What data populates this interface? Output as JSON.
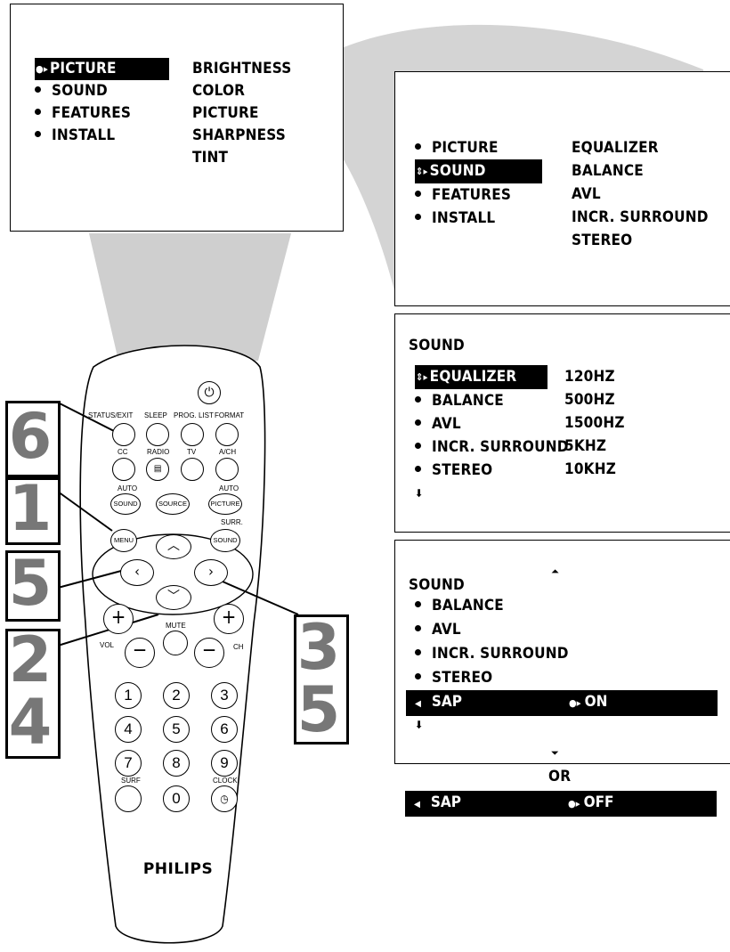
{
  "menu1": {
    "left": [
      "PICTURE",
      "SOUND",
      "FEATURES",
      "INSTALL"
    ],
    "right": [
      "BRIGHTNESS",
      "COLOR",
      "PICTURE",
      "SHARPNESS",
      "TINT"
    ]
  },
  "menu2": {
    "left": [
      "PICTURE",
      "SOUND",
      "FEATURES",
      "INSTALL"
    ],
    "right": [
      "EQUALIZER",
      "BALANCE",
      "AVL",
      "INCR. SURROUND",
      "STEREO"
    ]
  },
  "menu3": {
    "title": "SOUND",
    "left": [
      "EQUALIZER",
      "BALANCE",
      "AVL",
      "INCR. SURROUND",
      "STEREO"
    ],
    "right": [
      "120HZ",
      "500HZ",
      "1500HZ",
      "5KHZ",
      "10KHZ"
    ]
  },
  "menu4": {
    "title": "SOUND",
    "items": [
      "BALANCE",
      "AVL",
      "INCR. SURROUND",
      "STEREO"
    ],
    "sap_label": "SAP",
    "sap_value": "ON"
  },
  "or_label": "OR",
  "sap_alt": {
    "label": "SAP",
    "value": "OFF"
  },
  "steps": {
    "s1": "1",
    "s2": "2",
    "s3": "3",
    "s4": "4",
    "s5a": "5",
    "s5b": "5",
    "s6": "6"
  },
  "remote": {
    "brand": "PHILIPS",
    "labels": {
      "status_exit": "STATUS/EXIT",
      "sleep": "SLEEP",
      "prog_list": "PROG. LIST",
      "format": "FORMAT",
      "cc": "CC",
      "radio": "RADIO",
      "tv": "TV",
      "ach": "A/CH",
      "auto1": "AUTO",
      "auto2": "AUTO",
      "sound": "SOUND",
      "source": "SOURCE",
      "picture": "PICTURE",
      "surr": "SURR.",
      "menu": "MENU",
      "surr_sound": "SOUND",
      "mute": "MUTE",
      "vol": "VOL",
      "ch": "CH",
      "surf": "SURF",
      "clock": "CLOCK"
    },
    "numbers": [
      "1",
      "2",
      "3",
      "4",
      "5",
      "6",
      "7",
      "8",
      "9",
      "0"
    ]
  },
  "colors": {
    "accent_gray": "#777777",
    "beam_gray": "#cfcfcf"
  }
}
